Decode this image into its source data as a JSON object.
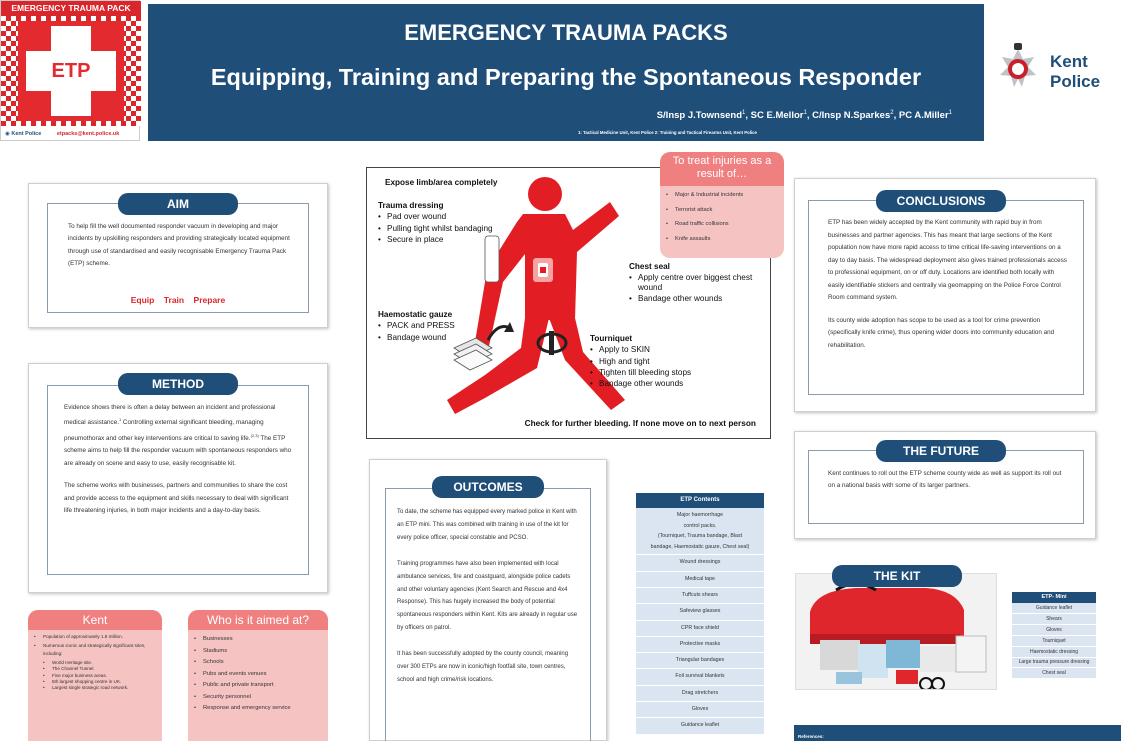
{
  "logo": {
    "banner": "EMERGENCY TRAUMA PACK",
    "cross_text": "ETP",
    "org": "Kent Police",
    "email": "etpacks@kent.police.uk"
  },
  "header": {
    "title": "EMERGENCY TRAUMA PACKS",
    "subtitle": "Equipping, Training and Preparing the Spontaneous Responder",
    "authors": [
      {
        "name": "S/Insp J.Townsend",
        "sup": "1"
      },
      {
        "name": "SC E.Mellor",
        "sup": "1"
      },
      {
        "name": "C/Insp N.Sparkes",
        "sup": "2"
      },
      {
        "name": "PC A.Miller",
        "sup": "1"
      }
    ],
    "affiliations": "1: Tactical Medicine Unit, Kent Police 2: Training and Tactical Firearms Unit, Kent Police"
  },
  "kent_police_logo": {
    "line1": "Kent",
    "line2": "Police"
  },
  "aim": {
    "heading": "AIM",
    "text": "To help fill the well documented responder vacuum in developing and major incidents by upskilling responders and providing strategically located equipment through use of standardised and easily recognisable Emergency Trauma Pack (ETP) scheme.",
    "tagline": "Equip    Train    Prepare"
  },
  "method": {
    "heading": "METHOD",
    "p1a": "Evidence shows there is often a delay between an incident and professional medical assistance.",
    "p1a_sup": "1",
    "p1b": " Controlling external significant bleeding, managing pneumothorax and other key interventions are critical to saving life.",
    "p1b_sup": "(2,3)",
    "p1c": " The ETP scheme aims to help fill the responder vacuum with spontaneous responders who are already on scene and easy to use, easily recognisable kit.",
    "p2": "The scheme works with businesses, partners and communities to share the cost and provide access to the equipment and skills necessary to deal with significant life threatening injuries, in both major incidents and a day-to-day basis."
  },
  "kent": {
    "heading": "Kent",
    "items": [
      "Population of approximately 1.8 million.",
      "Numerous iconic and strategically significant sites, including:"
    ],
    "subitems": [
      "World Heritage site.",
      "The Channel Tunnel.",
      "Five major business areas.",
      "5th largest shopping centre in UK.",
      "Largest single strategic road network."
    ]
  },
  "aimed": {
    "heading": "Who is it aimed at?",
    "items": [
      "Businesses",
      "Stadiums",
      "Schools",
      "Pubs and events venues",
      "Public and private transport",
      "Security personnel",
      "Response and emergency service"
    ]
  },
  "diagram": {
    "expose": "Expose limb/area completely",
    "trauma": {
      "title": "Trauma dressing",
      "items": [
        "Pad over wound",
        "Pulling tight whilst bandaging",
        "Secure in place"
      ]
    },
    "gauze": {
      "title": "Haemostatic gauze",
      "items": [
        "PACK and PRESS",
        "Bandage wound"
      ]
    },
    "chest": {
      "title": "Chest seal",
      "items": [
        "Apply centre over biggest chest wound",
        "Bandage other wounds"
      ]
    },
    "tourniquet": {
      "title": "Tourniquet",
      "items": [
        "Apply to SKIN",
        "High and tight",
        "Tighten till bleeding stops",
        "Bandage other wounds"
      ]
    },
    "check": "Check for further bleeding. If none move on to next person",
    "treat": {
      "heading": "To treat injuries as a result of…",
      "items": [
        "Major & Industrial incidents",
        "Terrorist attack",
        "Road traffic collisions",
        "Knife assaults"
      ]
    }
  },
  "outcomes": {
    "heading": "OUTCOMES",
    "p1": "To date, the scheme has equipped every marked police in Kent with an ETP mini. This was combined with training in use of the kit for every police officer, special constable and PCSO.",
    "p2": "Training programmes have also been implemented with local ambulance services, fire and coastguard, alongside police cadets and other voluntary agencies (Kent Search and Rescue and 4x4 Response). This has hugely increased the body of potential spontaneous responders within Kent. Kits are already in regular use by officers on patrol.",
    "p3": "It has been successfully adopted by the county council, meaning over 300 ETPs are now in iconic/high footfall site, town centres, school and high crime/risk locations."
  },
  "contents": {
    "heading": "ETP Contents",
    "first": [
      "Major haemorrhage",
      "control packs.",
      "(Tourniquet, Trauma bandage, Blast",
      "bandage, Haemostatic gauze, Chest seal)"
    ],
    "rows": [
      "Wound dressings",
      "Medical tape",
      "Tuffcuts shears",
      "Safeview glasses",
      "CPR face shield",
      "Protective masks",
      "Triangular bandages",
      "Foil survival blankets",
      "Drag stretchers",
      "Gloves",
      "Guidance leaflet"
    ]
  },
  "conclusions": {
    "heading": "CONCLUSIONS",
    "p1": "ETP has been widely accepted by the Kent community with rapid buy in from businesses and partner agencies. This has meant that large sections of the Kent population now have more rapid access to time critical life-saving interventions on a day to day basis. The widespread deployment also gives trained professionals access to professional equipment, on or off duty. Locations are identified both locally with easily identifiable stickers and centrally via geomapping on the Police Force Control Room command system.",
    "p2": "Its county wide adoption has scope to be used as a tool for crime prevention (specifically knife crime), thus opening wider doors into community education and rehabilitation."
  },
  "future": {
    "heading": "THE FUTURE",
    "text": "Kent continues to roll out the ETP scheme county wide as well as support its roll out on a national basis with some of its larger partners."
  },
  "kit": {
    "heading": "THE KIT"
  },
  "mini": {
    "heading": "ETP- Mini",
    "rows": [
      "Guidance leaflet",
      "Shears",
      "Gloves",
      "Tourniquet",
      "Haemostatic dressing",
      "Large trauma pressure dressing",
      "Chest seal"
    ]
  },
  "references": {
    "label": "References:"
  }
}
